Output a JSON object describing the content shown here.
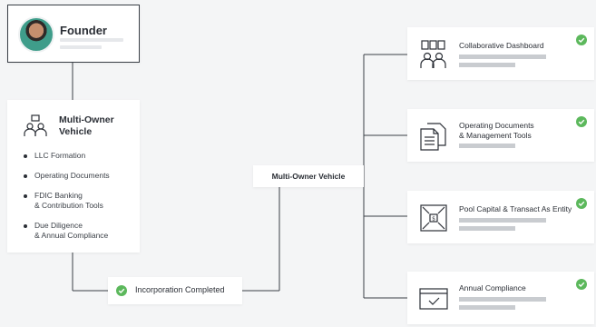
{
  "founder": {
    "title": "Founder"
  },
  "vehicle": {
    "title": "Multi-Owner Vehicle",
    "items": [
      {
        "line1": "LLC Formation",
        "line2": ""
      },
      {
        "line1": "Operating Documents",
        "line2": ""
      },
      {
        "line1": "FDIC Banking",
        "line2": "& Contribution Tools"
      },
      {
        "line1": "Due Diligence",
        "line2": "& Annual Compliance"
      }
    ]
  },
  "incorporation": {
    "label": "Incorporation Completed"
  },
  "hub": {
    "label": "Multi-Owner Vehicle"
  },
  "features": [
    {
      "line1": "Collaborative Dashboard",
      "line2": "",
      "icon": "team-dashboard-icon"
    },
    {
      "line1": "Operating Documents",
      "line2": "& Management Tools",
      "icon": "documents-icon"
    },
    {
      "line1": "Pool Capital & Transact As Entity",
      "line2": "",
      "icon": "pool-capital-icon"
    },
    {
      "line1": "Annual Compliance",
      "line2": "",
      "icon": "compliance-checkbox-icon"
    }
  ],
  "colors": {
    "check": "#5cb85c",
    "line": "#3a3f46",
    "placeholder": "#c9ccd0"
  }
}
